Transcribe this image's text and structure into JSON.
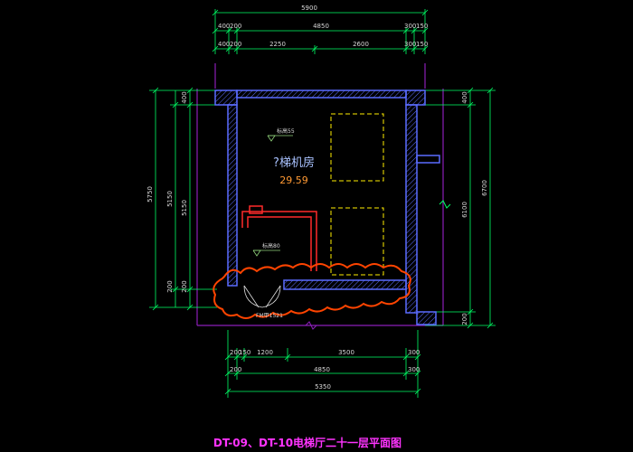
{
  "drawing_title": "DT-09、DT-10电梯厅二十一层平面图",
  "room": {
    "name": "?梯机房",
    "area": "29.59"
  },
  "elevations": {
    "upper": "标高55",
    "lower": "标高80"
  },
  "door_label": "FM甲1521",
  "top_dims": {
    "overall": "5900",
    "row2": [
      "400",
      "200",
      "4850",
      "300",
      "150"
    ],
    "row3": [
      "400",
      "200",
      "2250",
      "2600",
      "300",
      "150"
    ]
  },
  "bottom_dims": {
    "row1": [
      "200",
      "150",
      "1200",
      "3500",
      "300"
    ],
    "row2": [
      "200",
      "4850",
      "300"
    ],
    "overall": "5350"
  },
  "left_dims": {
    "overall": "5750",
    "inner": "5150",
    "segments": [
      "400",
      "5150",
      "200"
    ]
  },
  "right_dims": {
    "overall": "6700",
    "inner": "6100",
    "segments": [
      "400",
      "200"
    ]
  },
  "colors": {
    "background": "#000000",
    "wall": "#5b6cff",
    "dimension": "#00ff66",
    "frame": "#8b1fb8",
    "cloud": "#ff4400",
    "pit": "#ffee00",
    "pipe": "#ff2a2a",
    "title": "#ff33ff"
  }
}
